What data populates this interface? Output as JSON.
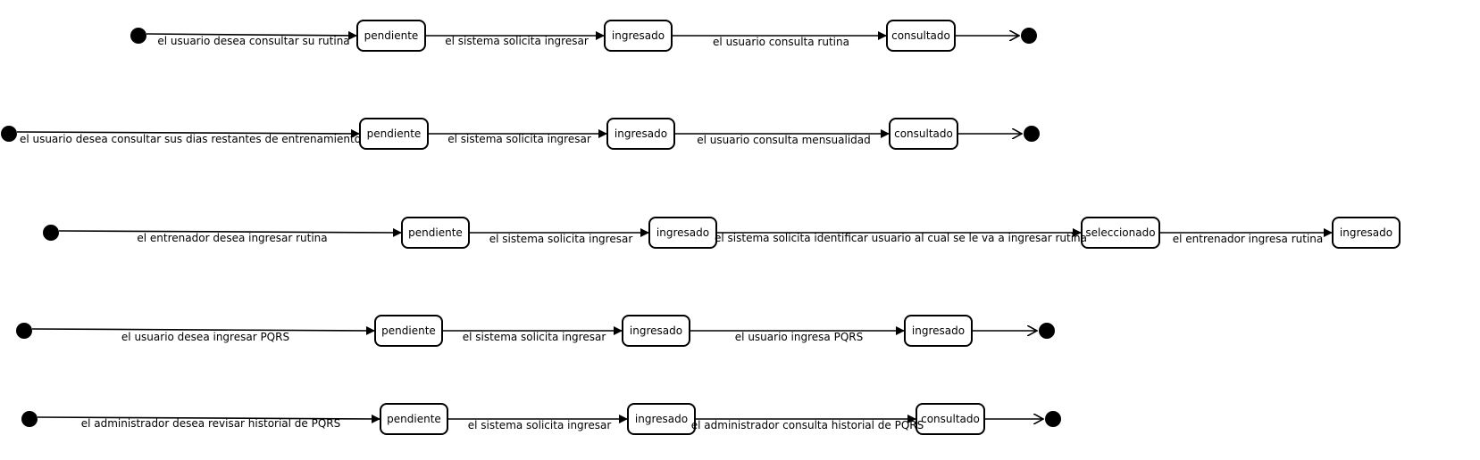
{
  "diagram": {
    "rows": [
      {
        "initial": true,
        "states": [
          "pendiente",
          "ingresado",
          "consultado"
        ],
        "transitions": [
          "el usuario desea consultar su rutina",
          "el sistema solicita ingresar",
          "el usuario consulta rutina",
          ""
        ],
        "final": true
      },
      {
        "initial": true,
        "states": [
          "pendiente",
          "ingresado",
          "consultado"
        ],
        "transitions": [
          "el usuario desea consultar sus dias restantes de entrenamiento",
          "el sistema solicita ingresar",
          "el usuario consulta mensualidad",
          ""
        ],
        "final": true
      },
      {
        "initial": true,
        "states": [
          "pendiente",
          "ingresado",
          "seleccionado",
          "ingresado"
        ],
        "transitions": [
          "el entrenador desea ingresar rutina",
          "el sistema solicita ingresar",
          "el sistema solicita identificar usuario al cual se le va a ingresar rutina",
          "el entrenador ingresa rutina"
        ],
        "final": false
      },
      {
        "initial": true,
        "states": [
          "pendiente",
          "ingresado",
          "ingresado"
        ],
        "transitions": [
          "el usuario desea ingresar PQRS",
          "el sistema solicita ingresar",
          "el usuario ingresa PQRS",
          ""
        ],
        "final": true
      },
      {
        "initial": true,
        "states": [
          "pendiente",
          "ingresado",
          "consultado"
        ],
        "transitions": [
          "el administrador desea revisar historial de PQRS",
          "el sistema solicita ingresar",
          "el administrador consulta historial de PQRS",
          ""
        ],
        "final": true
      }
    ]
  }
}
